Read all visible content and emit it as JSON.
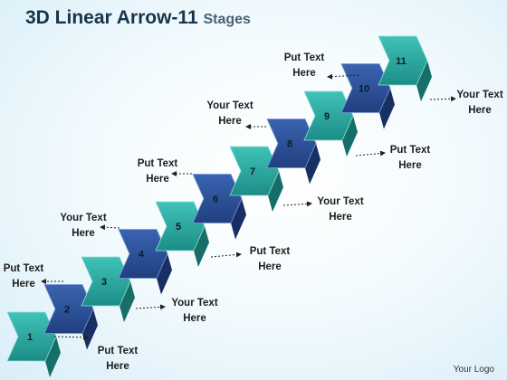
{
  "title": {
    "main": "3D Linear Arrow-11",
    "sub": "Stages"
  },
  "stages": [
    {
      "number": "1",
      "color": "teal"
    },
    {
      "number": "2",
      "color": "blue"
    },
    {
      "number": "3",
      "color": "teal"
    },
    {
      "number": "4",
      "color": "blue"
    },
    {
      "number": "5",
      "color": "teal"
    },
    {
      "number": "6",
      "color": "blue"
    },
    {
      "number": "7",
      "color": "teal"
    },
    {
      "number": "8",
      "color": "blue"
    },
    {
      "number": "9",
      "color": "teal"
    },
    {
      "number": "10",
      "color": "blue"
    },
    {
      "number": "11",
      "color": "teal"
    }
  ],
  "labels": [
    {
      "line1": "Put Text",
      "line2": "Here"
    },
    {
      "line1": "Put Text",
      "line2": "Here"
    },
    {
      "line1": "Your Text",
      "line2": "Here"
    },
    {
      "line1": "Your Text",
      "line2": "Here"
    },
    {
      "line1": "Put Text",
      "line2": "Here"
    },
    {
      "line1": "Put Text",
      "line2": "Here"
    },
    {
      "line1": "Your Text",
      "line2": "Here"
    },
    {
      "line1": "Your Text",
      "line2": "Here"
    },
    {
      "line1": "Put Text",
      "line2": "Here"
    },
    {
      "line1": "Put Text",
      "line2": "Here"
    },
    {
      "line1": "Your Text",
      "line2": "Here"
    }
  ],
  "colors": {
    "teal_top": "#3fc3b8",
    "teal_bottom": "#1c8d86",
    "teal_side": "#166e69",
    "blue_top": "#3a64b0",
    "blue_bottom": "#203f80",
    "blue_side": "#182f63",
    "number_text": "#0d1c2a"
  },
  "logo": "Your Logo"
}
